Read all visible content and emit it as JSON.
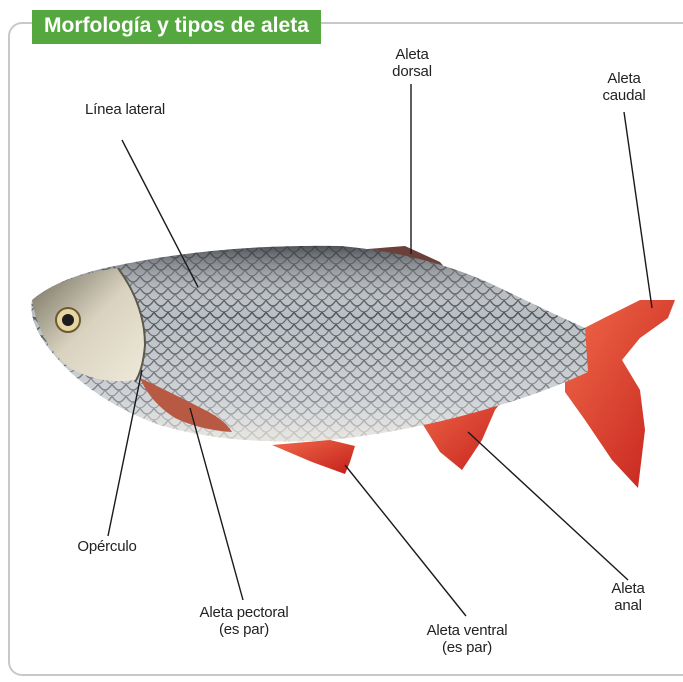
{
  "header": {
    "title": "Morfología y tipos de aleta"
  },
  "labels": {
    "linea_lateral": {
      "line1": "Línea lateral"
    },
    "aleta_dorsal": {
      "line1": "Aleta",
      "line2": "dorsal"
    },
    "aleta_caudal": {
      "line1": "Aleta",
      "line2": "caudal"
    },
    "operculo": {
      "line1": "Opérculo"
    },
    "aleta_pectoral": {
      "line1": "Aleta pectoral",
      "line2": "(es par)"
    },
    "aleta_ventral": {
      "line1": "Aleta ventral",
      "line2": "(es par)"
    },
    "aleta_anal": {
      "line1": "Aleta",
      "line2": "anal"
    }
  },
  "icons": {
    "fish": "fish-illustration"
  },
  "colors": {
    "accent": "#55a83f",
    "fin_red": "#d8322a",
    "scale_silver": "#a8adb2"
  }
}
